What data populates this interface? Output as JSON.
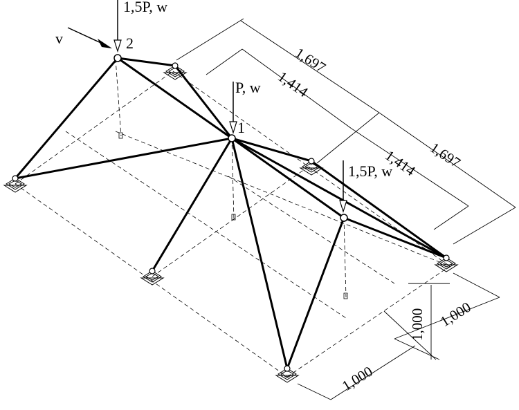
{
  "nodes": {
    "node_1": "1",
    "node_2": "2"
  },
  "loads": {
    "node_2_load": "1,5P, w",
    "node_1_load": "P, w",
    "node_3_load": "1,5P, w",
    "horizontal_load": "v"
  },
  "dimensions": {
    "outer_top": "1,697",
    "inner_top": "1,414",
    "outer_right": "1,697",
    "inner_right": "1,414",
    "height": "1,000",
    "bottom_right": "1,000",
    "bottom": "1,000"
  },
  "colors": {
    "line": "#000000",
    "background": "#ffffff"
  }
}
